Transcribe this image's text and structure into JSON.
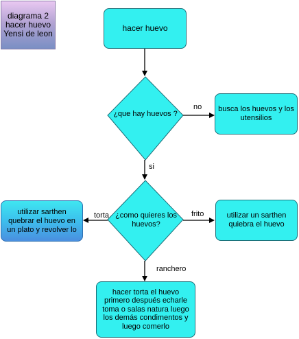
{
  "title_box": {
    "text": "diagrama 2 hacer huevo Yensi de leon"
  },
  "nodes": {
    "start": "hacer huevo",
    "decision_1": "¿que hay huevos ?",
    "busca": "busca los huevos y los utensilios",
    "decision_2": "¿como quieres los huevos?",
    "torta_box": "utilizar sarthen quebrar el huevo en un plato y revolver lo",
    "frito_box": "utilizar un sarthen quiebra el huevo",
    "ranchero_box": "hacer torta el huevo primero después echarle toma o salas natura luego los demás condimentos y luego comerlo"
  },
  "edge_labels": {
    "no": "no",
    "si": "si",
    "torta": "torta",
    "frito": "frito",
    "ranchero": "ranchero"
  },
  "colors": {
    "node_fill": "#33f0f0",
    "node_border": "#1a6f78",
    "arrow": "#000000"
  }
}
